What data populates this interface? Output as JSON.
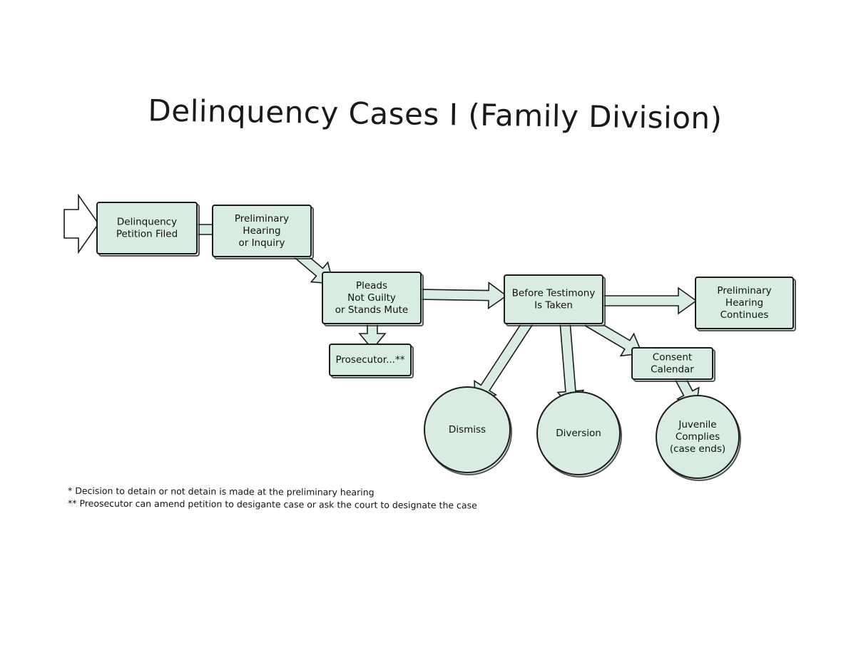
{
  "title": "Delinquency Cases I (Family Division)",
  "nodes": {
    "petition": {
      "lines": [
        "Delinquency",
        "Petition Filed"
      ]
    },
    "preliminary": {
      "lines": [
        "Preliminary",
        "Hearing",
        "or Inquiry"
      ]
    },
    "pleads": {
      "lines": [
        "Pleads",
        "Not Guilty",
        "or Stands Mute"
      ]
    },
    "prosecutor": {
      "lines": [
        "Prosecutor...**"
      ]
    },
    "before_testimony": {
      "lines": [
        "Before Testimony",
        "Is Taken"
      ]
    },
    "prelim_continues": {
      "lines": [
        "Preliminary",
        "Hearing",
        "Continues"
      ]
    },
    "consent": {
      "lines": [
        "Consent",
        "Calendar"
      ]
    },
    "dismiss": {
      "lines": [
        "Dismiss"
      ]
    },
    "diversion": {
      "lines": [
        "Diversion"
      ]
    },
    "juvenile": {
      "lines": [
        "Juvenile",
        "Complies",
        "(case ends)"
      ]
    }
  },
  "footnotes": [
    "* Decision to detain or not detain is made at the preliminary hearing",
    "** Preosecutor can amend petition to desigante case or ask the court to designate the case"
  ],
  "colors": {
    "node_fill": "#d8ece2",
    "outline": "#1c1c1c"
  }
}
